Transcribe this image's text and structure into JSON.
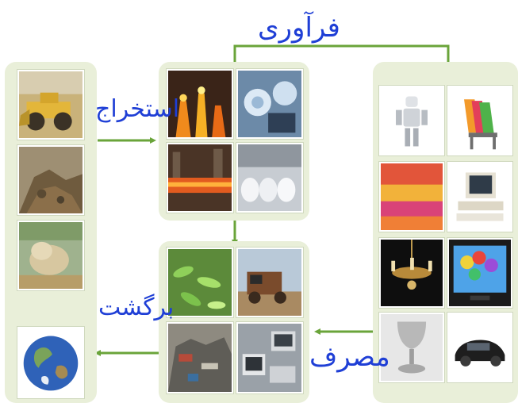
{
  "labels": {
    "extraction": "استخراج",
    "processing": "فرآوری",
    "consumption": "مصرف",
    "return": "برگشت"
  },
  "colors": {
    "panel": "#e9efd9",
    "arrow": "#6aa43a",
    "handwriting": "#1f3fd6"
  },
  "panels": {
    "raw_materials": [
      "mining-excavator",
      "rock-pile",
      "dust-blast"
    ],
    "processing": [
      "molten-metal-casting",
      "glass-cutting",
      "steel-mill",
      "paper-rolls"
    ],
    "products": [
      "robot",
      "stacked-chairs",
      "yarn",
      "computer",
      "chandelier",
      "balloons-tv",
      "silver-goblet",
      "car"
    ],
    "waste": [
      "plastic-bottles",
      "rusty-truck",
      "scrap-pile",
      "electronic-waste"
    ],
    "earth": "earth-globe"
  }
}
